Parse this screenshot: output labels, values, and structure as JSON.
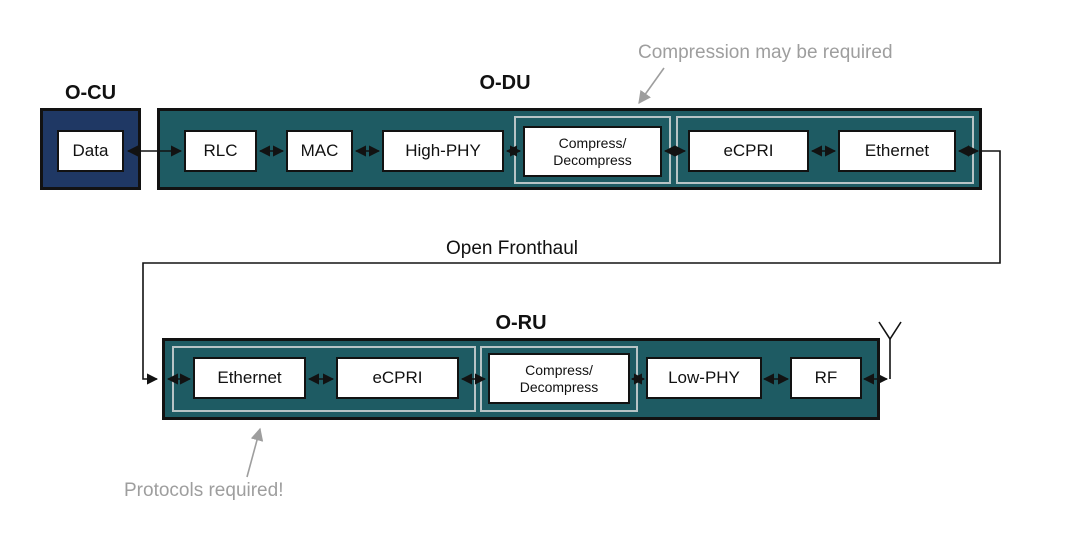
{
  "diagram": {
    "ocu": {
      "title": "O-CU",
      "data_block": "Data"
    },
    "odu": {
      "title": "O-DU",
      "blocks": {
        "rlc": "RLC",
        "mac": "MAC",
        "high_phy": "High-PHY",
        "compress_line1": "Compress/",
        "compress_line2": "Decompress",
        "ecpri": "eCPRI",
        "ethernet": "Ethernet"
      }
    },
    "oru": {
      "title": "O-RU",
      "blocks": {
        "ethernet": "Ethernet",
        "ecpri": "eCPRI",
        "compress_line1": "Compress/",
        "compress_line2": "Decompress",
        "low_phy": "Low-PHY",
        "rf": "RF"
      }
    },
    "labels": {
      "compression_note": "Compression may be required",
      "open_fronthaul": "Open Fronthaul",
      "protocols_note": "Protocols required!"
    },
    "colors": {
      "teal": "#1e5b63",
      "navy": "#1f3864",
      "group_border": "#b8c4c6",
      "annotation_gray": "#9e9e9e",
      "line_black": "#121212"
    }
  }
}
